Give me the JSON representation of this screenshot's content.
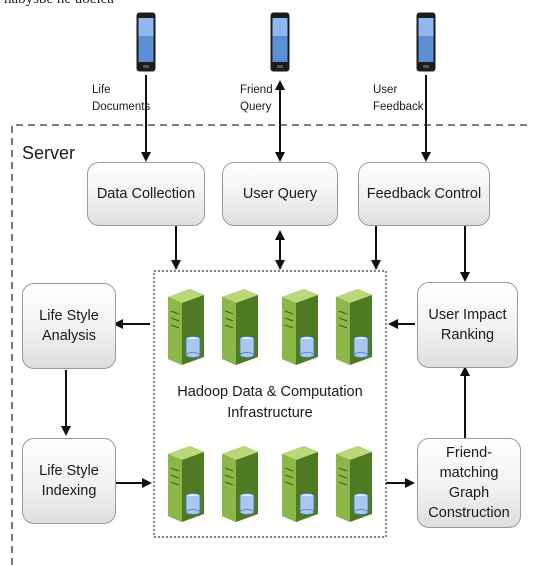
{
  "cut_text": "nabysbe    ne     uoclea",
  "server_label": "Server",
  "edge_labels": {
    "life_documents": [
      "Life",
      "Documents"
    ],
    "friend_query": [
      "Friend",
      "Query"
    ],
    "user_feedback": [
      "User",
      "Feedback"
    ]
  },
  "boxes": {
    "data_collection": [
      "Data Collection"
    ],
    "user_query": [
      "User Query"
    ],
    "feedback_control": [
      "Feedback Control"
    ],
    "life_style_analysis": [
      "Life Style",
      "Analysis"
    ],
    "user_impact_ranking": [
      "User Impact",
      "Ranking"
    ],
    "life_style_indexing": [
      "Life Style",
      "Indexing"
    ],
    "friend_matching": [
      "Friend-matching",
      "Graph",
      "Construction"
    ]
  },
  "infrastructure_label": [
    "Hadoop Data & Computation",
    "Infrastructure"
  ],
  "icons": {
    "phone": "smartphone-icon",
    "server": "server-with-database-icon"
  },
  "colors": {
    "server_green": "#8cb84a",
    "server_dark_green": "#4f7a24",
    "database_blue": "#a8c8f0",
    "box_border": "#9a9a9a"
  }
}
